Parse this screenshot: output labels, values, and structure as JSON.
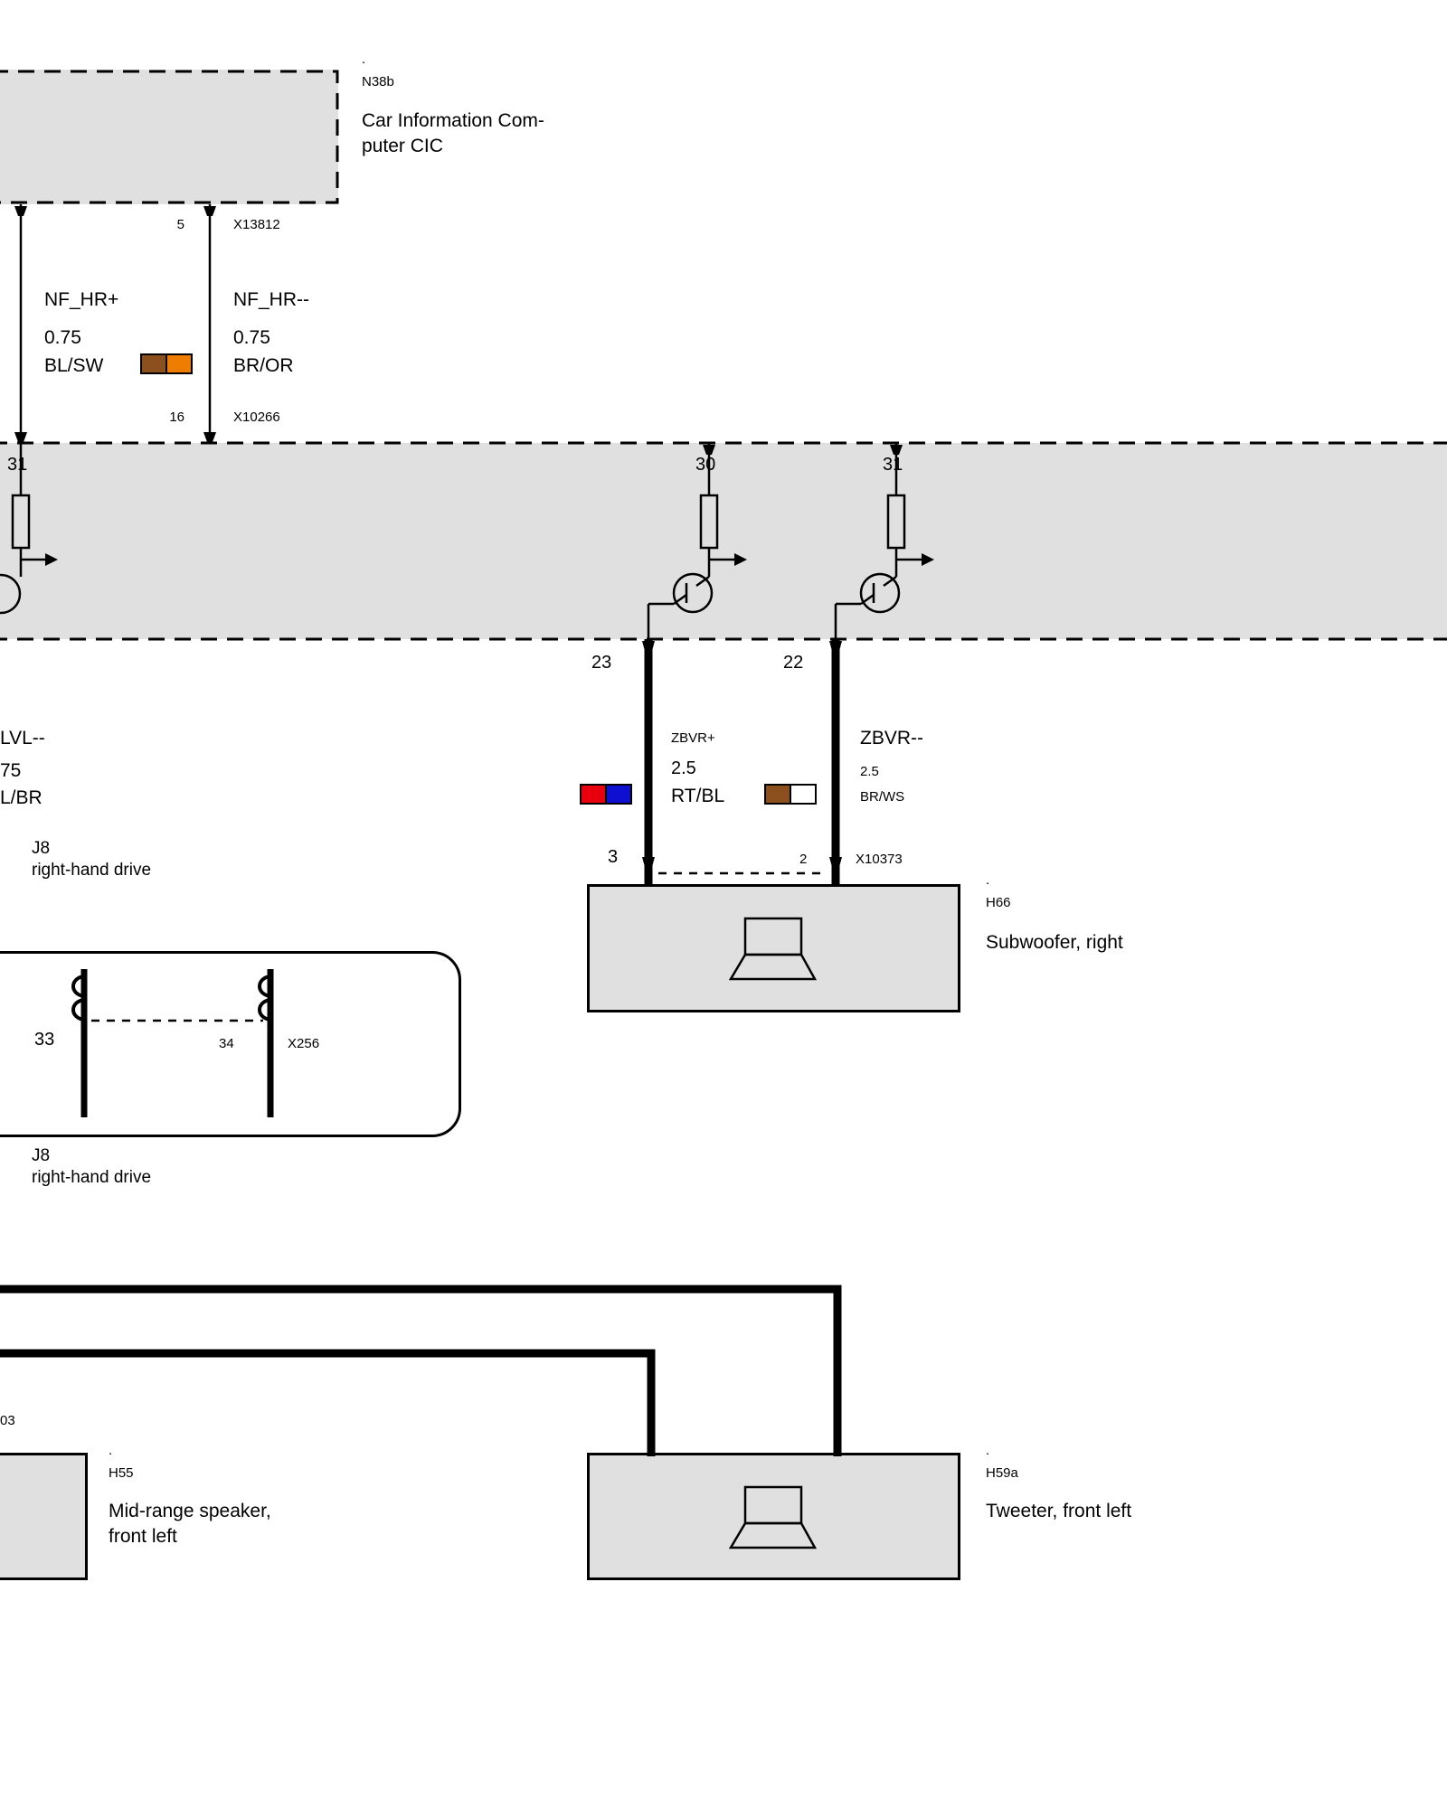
{
  "page": {
    "background": "#ffffff",
    "box_fill": "#e0e0e0",
    "line_color": "#000000"
  },
  "cic": {
    "dot": ".",
    "code": "N38b",
    "name_line1": "Car Information Com-",
    "name_line2": "puter CIC",
    "pin_top": "5",
    "connector_top": "X13812",
    "pin_bottom": "16",
    "connector_bottom": "X10266"
  },
  "nf_wires": {
    "plus": {
      "label": "NF_HR+",
      "gauge": "0.75",
      "color_code": "BL/SW"
    },
    "minus": {
      "label": "NF_HR--",
      "gauge": "0.75",
      "color_code": "BR/OR",
      "swatch": {
        "left": "#8c501e",
        "right": "#ee7c00"
      }
    }
  },
  "amplifier": {
    "pin_left": "31",
    "pin_mid": "30",
    "pin_right": "31",
    "out_pin_left": "23",
    "out_pin_right": "22"
  },
  "zbvr_plus": {
    "label": "ZBVR+",
    "gauge": "2.5",
    "color_code": "RT/BL",
    "swatch": {
      "left": "#e8000e",
      "right": "#0f0fd2"
    }
  },
  "zbvr_minus": {
    "label": "ZBVR--",
    "gauge": "2.5",
    "color_code": "BR/WS",
    "swatch": {
      "left": "#8c501e",
      "right": "#ffffff"
    }
  },
  "lvl_wire": {
    "label": "LVL--",
    "gauge": "75",
    "color_code": "L/BR"
  },
  "j8_upper": {
    "code": "J8",
    "desc": "right-hand drive"
  },
  "j8_lower": {
    "code": "J8",
    "desc": "right-hand drive"
  },
  "x256": {
    "pin_left": "33",
    "pin_right": "34",
    "connector": "X256"
  },
  "subwoofer": {
    "pin_left": "3",
    "pin_right": "2",
    "connector": "X10373",
    "dot": ".",
    "code": "H66",
    "name": "Subwoofer, right"
  },
  "midrange": {
    "connector_fragment": "03",
    "dot": ".",
    "code": "H55",
    "name_line1": "Mid-range speaker,",
    "name_line2": "front left"
  },
  "tweeter": {
    "dot": ".",
    "code": "H59a",
    "name": "Tweeter, front left"
  }
}
